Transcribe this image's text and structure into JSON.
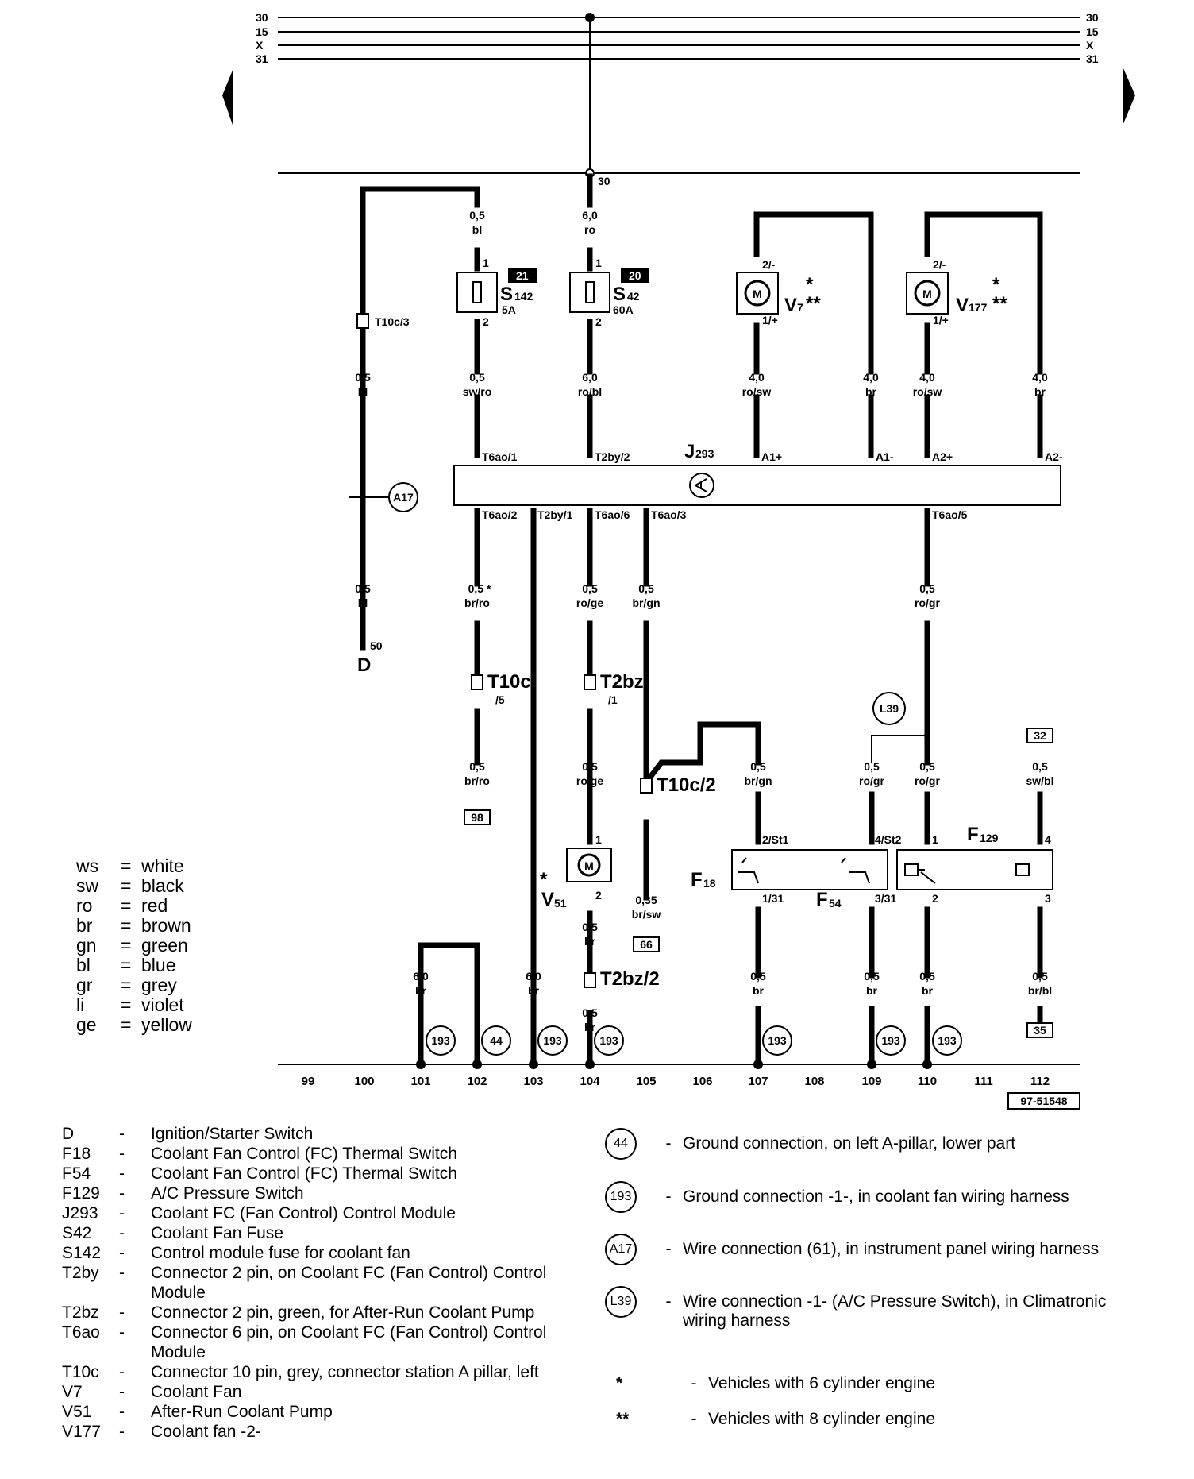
{
  "bus_lines": [
    "30",
    "15",
    "X",
    "31"
  ],
  "diagram": {
    "doc_number": "97-51548",
    "column_numbers": [
      "99",
      "100",
      "101",
      "102",
      "103",
      "104",
      "105",
      "106",
      "107",
      "108",
      "109",
      "110",
      "111",
      "112"
    ],
    "components": {
      "S142": {
        "letter": "S",
        "sub": "142",
        "rating": "5A",
        "ref": "21",
        "pin_top": "1",
        "pin_bottom": "2"
      },
      "S42": {
        "letter": "S",
        "sub": "42",
        "rating": "60A",
        "ref": "20",
        "pin_top": "1",
        "pin_bottom": "2"
      },
      "V7": {
        "letter": "V",
        "sub": "7",
        "stars_top": "*",
        "stars_side": "**",
        "pin_top": "2/-",
        "pin_bottom": "1/+"
      },
      "V177": {
        "letter": "V",
        "sub": "177",
        "stars_top": "*",
        "stars_side": "**",
        "pin_top": "2/-",
        "pin_bottom": "1/+"
      },
      "J293": {
        "letter": "J",
        "sub": "293"
      },
      "V51": {
        "letter": "V",
        "sub": "51",
        "star": "*",
        "pin_top": "1",
        "pin_bottom": "2"
      },
      "F18": {
        "letter": "F",
        "sub": "18",
        "pin_top": "2/St1",
        "pin_bottom": "1/31"
      },
      "F54": {
        "letter": "F",
        "sub": "54",
        "pin_top": "4/St2",
        "pin_bottom": "3/31"
      },
      "F129": {
        "letter": "F",
        "sub": "129",
        "pin_1": "1",
        "pin_2": "2",
        "pin_3": "3",
        "pin_4": "4"
      },
      "D": {
        "letter": "D",
        "pin": "50"
      },
      "fuse_symbol": "M"
    },
    "j293_pins_top": [
      "T6ao/1",
      "T2by/2",
      "A1+",
      "A1-",
      "A2+",
      "A2-"
    ],
    "j293_pins_bottom": [
      "T6ao/2",
      "T2by/1",
      "T6ao/6",
      "T6ao/3",
      "T6ao/5"
    ],
    "connectors": {
      "t10c3": "T10c/3",
      "t10c5_a": "T10c",
      "t10c5_b": "/5",
      "t2bz1_a": "T2bz",
      "t2bz1_b": "/1",
      "t10c2": "T10c/2",
      "t2bz2": "T2bz/2",
      "node_30": "30"
    },
    "wires": {
      "w_s142_in": [
        "0,5",
        "bl"
      ],
      "w_s42_in": [
        "6,0",
        "ro"
      ],
      "w_t10c3": [
        "0,5",
        "bl"
      ],
      "w_s142_out": [
        "0,5",
        "sw/ro"
      ],
      "w_s42_out": [
        "6,0",
        "ro/bl"
      ],
      "w_v7_pos": [
        "4,0",
        "ro/sw"
      ],
      "w_v7_neg": [
        "4,0",
        "br"
      ],
      "w_v177_pos": [
        "4,0",
        "ro/sw"
      ],
      "w_v177_neg": [
        "4,0",
        "br"
      ],
      "w_d": [
        "0,5",
        "bl"
      ],
      "w_t6ao2": [
        "0,5 *",
        "br/ro"
      ],
      "w_t6ao6": [
        "0,5",
        "ro/ge"
      ],
      "w_t6ao3": [
        "0,5",
        "br/gn"
      ],
      "w_t6ao5": [
        "0,5",
        "ro/gr"
      ],
      "w_98": [
        "0,5",
        "br/ro"
      ],
      "w_v51_in": [
        "0,5",
        "ro/ge"
      ],
      "w_f18_in": [
        "0,5",
        "br/gn"
      ],
      "w_f54_in": [
        "0,5",
        "ro/gr"
      ],
      "w_f129_in": [
        "0,5",
        "ro/gr"
      ],
      "w_32": [
        "0,5",
        "sw/bl"
      ],
      "w_66": [
        "0,35",
        "br/sw"
      ],
      "w_v51_out": [
        "0,5",
        "br"
      ],
      "w_101": [
        "6,0",
        "br"
      ],
      "w_103": [
        "6,0",
        "br"
      ],
      "w_104": [
        "0,5",
        "br"
      ],
      "w_107": [
        "0,5",
        "br"
      ],
      "w_109": [
        "0,5",
        "br"
      ],
      "w_110": [
        "0,5",
        "br"
      ],
      "w_35": [
        "0,5",
        "br/bl"
      ]
    },
    "ref_boxes": [
      "98",
      "66",
      "32",
      "35"
    ],
    "circle_refs": {
      "a17": "A17",
      "l39": "L39",
      "g101": "193",
      "g102": "44",
      "g103": "193",
      "g104": "193",
      "g107": "193",
      "g109": "193",
      "g110": "193"
    }
  },
  "color_codes": [
    {
      "code": "ws",
      "name": "white"
    },
    {
      "code": "sw",
      "name": "black"
    },
    {
      "code": "ro",
      "name": "red"
    },
    {
      "code": "br",
      "name": "brown"
    },
    {
      "code": "gn",
      "name": "green"
    },
    {
      "code": "bl",
      "name": "blue"
    },
    {
      "code": "gr",
      "name": "grey"
    },
    {
      "code": "li",
      "name": "violet"
    },
    {
      "code": "ge",
      "name": "yellow"
    }
  ],
  "legend_components": [
    {
      "code": "D",
      "desc": "Ignition/Starter Switch"
    },
    {
      "code": "F18",
      "desc": "Coolant Fan Control (FC) Thermal Switch"
    },
    {
      "code": "F54",
      "desc": "Coolant Fan Control (FC) Thermal Switch"
    },
    {
      "code": "F129",
      "desc": "A/C Pressure Switch"
    },
    {
      "code": "J293",
      "desc": "Coolant FC (Fan Control) Control Module"
    },
    {
      "code": "S42",
      "desc": "Coolant Fan Fuse"
    },
    {
      "code": "S142",
      "desc": "Control module fuse for coolant fan"
    },
    {
      "code": "T2by",
      "desc": "Connector 2 pin, on Coolant FC (Fan Control) Control Module"
    },
    {
      "code": "T2bz",
      "desc": "Connector 2 pin, green, for After-Run Coolant Pump"
    },
    {
      "code": "T6ao",
      "desc": "Connector 6 pin, on Coolant FC (Fan Control) Control Module"
    },
    {
      "code": "T10c",
      "desc": "Connector 10 pin, grey, connector station A pillar, left"
    },
    {
      "code": "V7",
      "desc": "Coolant Fan"
    },
    {
      "code": "V51",
      "desc": "After-Run Coolant Pump"
    },
    {
      "code": "V177",
      "desc": "Coolant fan -2-"
    }
  ],
  "legend_grounds": [
    {
      "ref": "44",
      "desc": "Ground connection, on left A-pillar, lower part"
    },
    {
      "ref": "193",
      "desc": "Ground connection -1-, in coolant fan wiring harness"
    },
    {
      "ref": "A17",
      "desc": "Wire connection (61), in instrument panel wiring harness"
    },
    {
      "ref": "L39",
      "desc": "Wire connection -1- (A/C Pressure Switch), in Climatronic wiring harness"
    }
  ],
  "legend_stars": [
    {
      "sym": "*",
      "desc": "Vehicles with 6 cylinder engine"
    },
    {
      "sym": "**",
      "desc": "Vehicles with 8 cylinder engine"
    }
  ]
}
